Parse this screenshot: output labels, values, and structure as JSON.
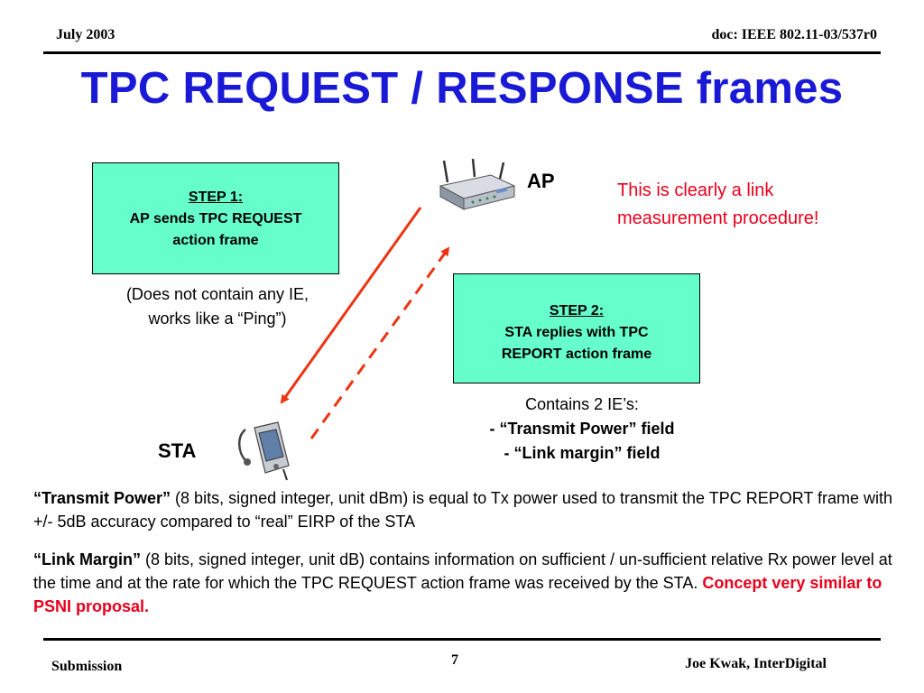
{
  "header": {
    "date": "July 2003",
    "doc": "doc: IEEE 802.11-03/537r0"
  },
  "title": "TPC REQUEST / RESPONSE frames",
  "labels": {
    "ap": "AP",
    "sta": "STA"
  },
  "remark": {
    "line1": "This is clearly a link",
    "line2": "measurement procedure!"
  },
  "step1": {
    "heading": "STEP 1:",
    "line1": "AP sends TPC REQUEST",
    "line2": "action frame",
    "note1": "(Does not contain any IE,",
    "note2": "works like a “Ping”)"
  },
  "step2": {
    "heading": "STEP 2:",
    "line1": "STA replies with TPC",
    "line2": "REPORT action frame",
    "note1": "Contains 2 IE’s:",
    "note2": "- “Transmit Power” field",
    "note3": "- “Link margin” field"
  },
  "para1": {
    "bold": "“Transmit Power”",
    "text": " (8 bits, signed integer, unit dBm) is equal to Tx power used to transmit the TPC REPORT frame with +/- 5dB accuracy compared to “real” EIRP of the STA"
  },
  "para2": {
    "bold": "“Link Margin”",
    "text": " (8 bits, signed integer, unit dB) contains information on sufficient / un-sufficient relative Rx power level at the time and at the rate for which the TPC REQUEST action frame was received by the STA. ",
    "highlight": "Concept very similar to PSNI proposal."
  },
  "footer": {
    "left": "Submission",
    "page": "7",
    "right": "Joe Kwak, InterDigital"
  },
  "colors": {
    "title": "#1a1ad6",
    "box": "#66ffcc",
    "arrow": "#ee3311",
    "highlight": "#e8001c"
  }
}
